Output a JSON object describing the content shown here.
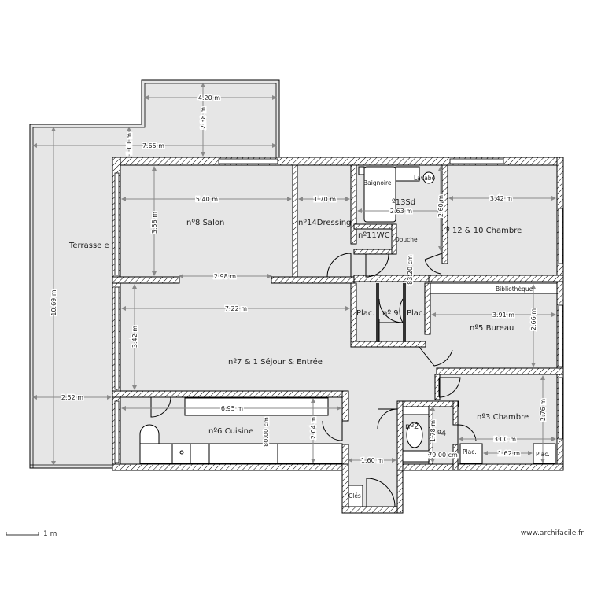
{
  "rooms": {
    "terrasse": "Terrasse e",
    "salon": "nº8 Salon",
    "dressing": "nº14Dressing",
    "sd": "º13Sd",
    "wc": "nº11WC",
    "chambre12": "º 12 & 10 Chambre",
    "bureau": "nº5 Bureau",
    "placard9": "nº 9",
    "sejour": "nº7 & 1 Séjour & Entrée",
    "cuisine": "nº6 Cuisine",
    "n2": "nº2",
    "n4": "º4",
    "chambre3": "nº3 Chambre"
  },
  "fixtures": {
    "baignoire": "Baignoire",
    "lavabo": "Lavabo",
    "douche": "Douche",
    "bibliotheque": "Bibliothèque",
    "plac": "Plac.",
    "cles": "Clés"
  },
  "dimensions": {
    "terrace_top_width": "4.20 m",
    "terrace_top_depth": "2.38 m",
    "terrace_step": "1.01 m",
    "terrace_width": "7.65 m",
    "terrace_length": "10.69 m",
    "terrace_depth": "2.52 m",
    "salon_width": "5.40 m",
    "salon_depth": "3.58 m",
    "salon_opening": "2.98 m",
    "dressing_width": "1.70 m",
    "sd_width": "2.63 m",
    "sd_depth": "2.60 m",
    "passage": "83.20 cm",
    "chambre12_width": "3.42 m",
    "bureau_width": "3.91 m",
    "bureau_depth": "2.66 m",
    "sejour_width": "7.22 m",
    "sejour_depth": "3.42 m",
    "cuisine_width": "6.95 m",
    "cuisine_counter": "80.00 cm",
    "cuisine_depth": "2.04 m",
    "entree_width": "1.60 m",
    "n4_depth": "1.78 m",
    "n4_width": "79.00 cm",
    "chambre3_depth": "2.76 m",
    "chambre3_width": "3.00 m",
    "chambre3_plac_gap": "1.62 m"
  },
  "footer": {
    "scale": "1 m",
    "watermark": "www.archifacile.fr"
  }
}
